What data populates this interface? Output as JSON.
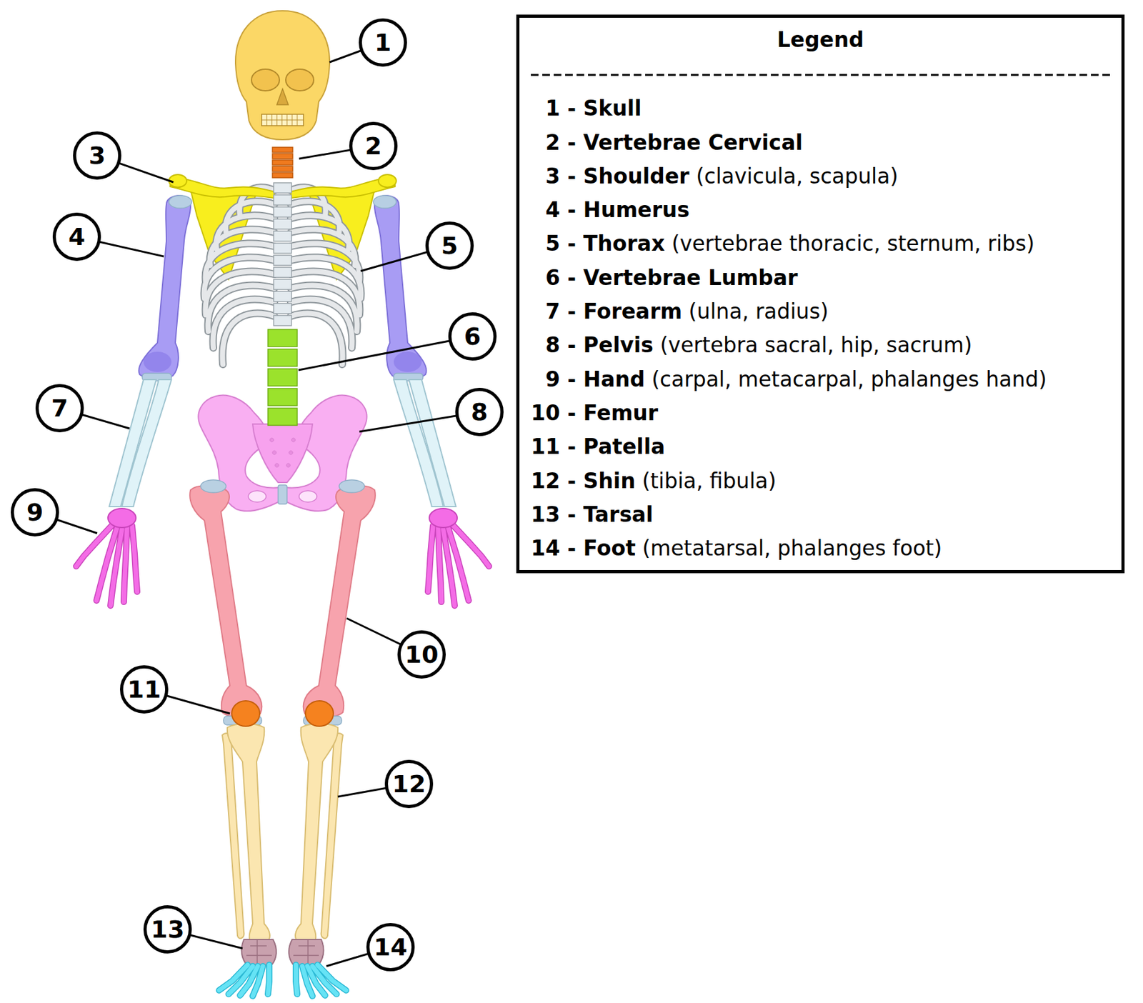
{
  "diagram": {
    "nodes": [
      {
        "text": [
          "1"
        ]
      },
      {
        "text": [
          "2"
        ]
      },
      {
        "text": [
          "3"
        ]
      },
      {
        "text": [
          "4"
        ]
      },
      {
        "text": [
          "5"
        ]
      },
      {
        "text": [
          "6"
        ]
      },
      {
        "text": [
          "7"
        ]
      },
      {
        "text": [
          "8"
        ]
      },
      {
        "text": [
          "9"
        ]
      },
      {
        "text": [
          "10"
        ]
      },
      {
        "text": [
          "11"
        ]
      },
      {
        "text": [
          "12"
        ]
      },
      {
        "text": [
          "13"
        ]
      },
      {
        "text": [
          "14"
        ]
      },
      {
        "text": [
          "Legend",
          "1 - Skull",
          "2 - Vertebrae Cervical",
          "3 - Shoulder",
          "(clavicula, scapula)",
          "4 - Humerus",
          "5 - Thorax",
          "(vertebrae thoracic, sternum, ribs)",
          "6 - Vertebrae Lumbar",
          "7 - Forearm",
          "(ulna, radius)",
          "8 - Pelvis",
          "(vertebra sacral, hip, sacrum)",
          "9 - Hand",
          "(carpal, metacarpal, phalanges hand)",
          "10 - Femur",
          "11 - Patella",
          "12 - Shin",
          "(tibia, fibula)",
          "13 - Tarsal",
          "14 - Foot",
          "(metatarsal, phalanges foot)"
        ]
      }
    ]
  }
}
